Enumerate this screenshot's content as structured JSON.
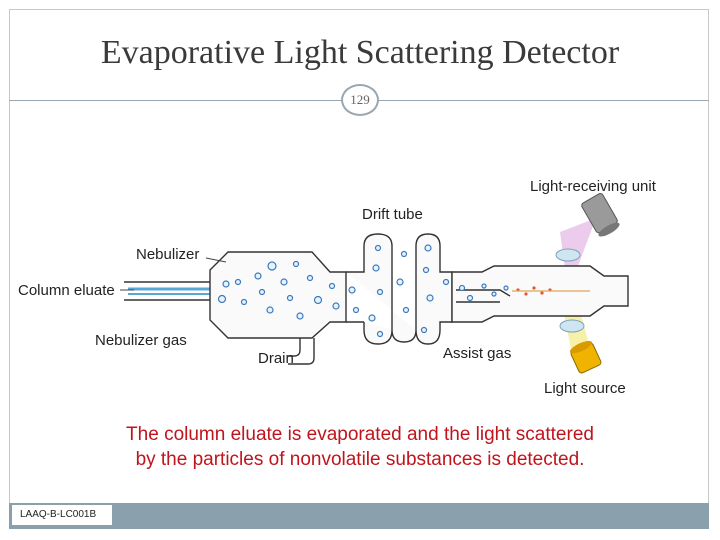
{
  "slide": {
    "title": "Evaporative Light Scattering Detector",
    "page_number": "129",
    "footer_code": "LAAQ-B-LC001B"
  },
  "diagram": {
    "labels": {
      "light_receiving_unit": "Light-receiving unit",
      "drift_tube": "Drift tube",
      "nebulizer": "Nebulizer",
      "column_eluate": "Column eluate",
      "nebulizer_gas": "Nebulizer gas",
      "drain": "Drain",
      "assist_gas": "Assist gas",
      "light_source": "Light source"
    }
  },
  "caption": {
    "line1": "The column eluate is evaporated and the light scattered",
    "line2": "by the particles of nonvolatile substances is detected."
  },
  "colors": {
    "caption": "#c0141c",
    "footer_bar": "#8aa0ad",
    "particles": "#3a7bbf",
    "light_receiver_beam": "#e9c0e6",
    "light_source_beam": "#f3ef9a",
    "light_source_body": "#f0b400",
    "detector_body": "#9a9a9a"
  }
}
